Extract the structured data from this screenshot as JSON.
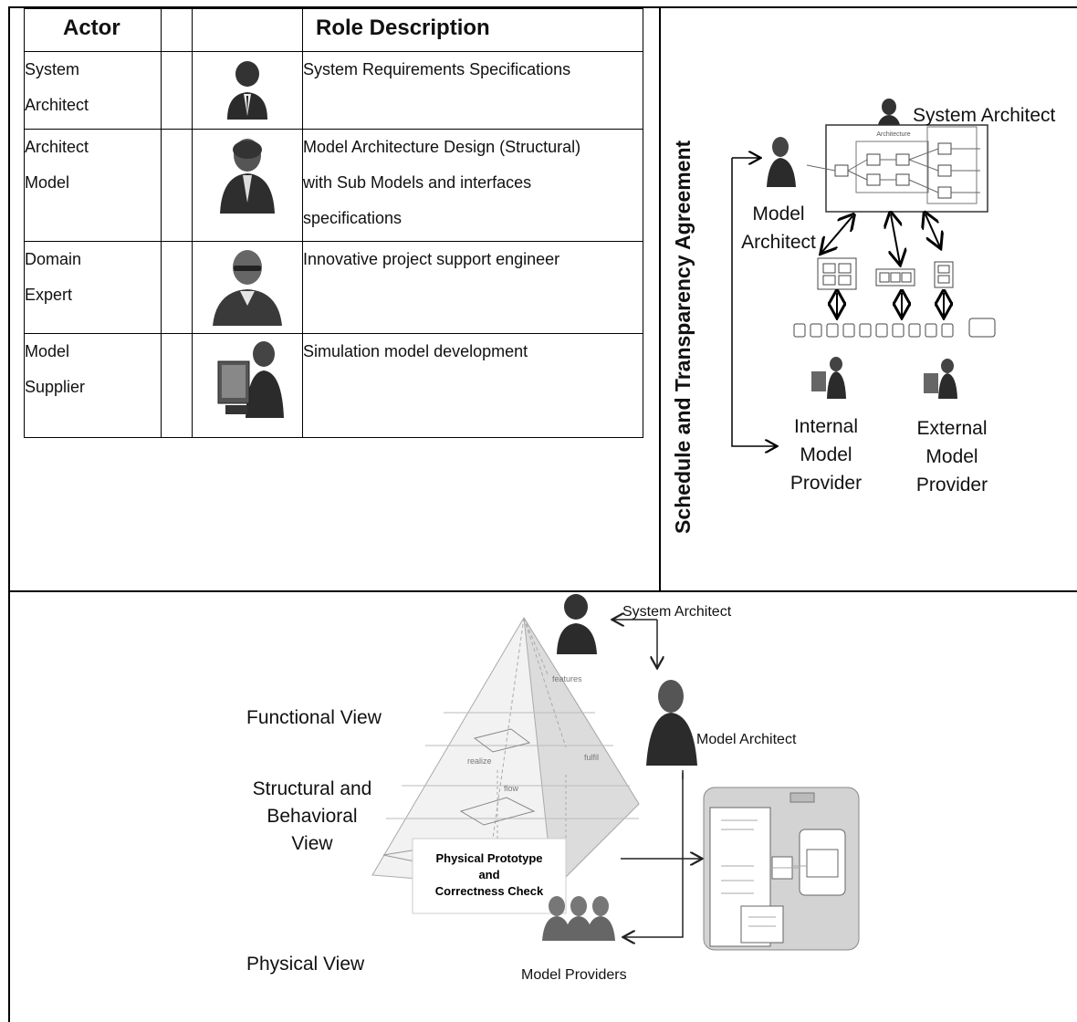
{
  "table": {
    "headers": [
      "Actor",
      "",
      "",
      "Role Description"
    ],
    "rows": [
      {
        "actor": "System Architect",
        "actor_lines": [
          "System",
          "Architect"
        ],
        "icon": "businessman-icon",
        "description_lines": [
          "System Requirements Specifications"
        ]
      },
      {
        "actor": "Architect Model",
        "actor_lines": [
          "Architect",
          "Model"
        ],
        "icon": "architect-icon",
        "description_lines": [
          "Model Architecture Design (Structural)",
          "with Sub Models and interfaces",
          "specifications"
        ]
      },
      {
        "actor": "Domain Expert",
        "actor_lines": [
          "Domain",
          "Expert"
        ],
        "icon": "engineer-icon",
        "description_lines": [
          "Innovative project support engineer"
        ]
      },
      {
        "actor": "Model Supplier",
        "actor_lines": [
          "Model",
          "Supplier"
        ],
        "icon": "computer-user-icon",
        "description_lines": [
          "Simulation model development"
        ]
      }
    ]
  },
  "right_diagram": {
    "vertical_label": "Schedule and Transparency Agreement",
    "system_architect": "System Architect",
    "model_architect": [
      "Model",
      "Architect"
    ],
    "architecture_box": "Architecture",
    "internal_provider": [
      "Internal",
      "Model",
      "Provider"
    ],
    "external_provider": [
      "External",
      "Model",
      "Provider"
    ]
  },
  "bottom_diagram": {
    "functional_view": "Functional View",
    "structural_view": [
      "Structural and",
      "Behavioral",
      "View"
    ],
    "physical_view": "Physical View",
    "prototype_box": [
      "Physical Prototype",
      "and",
      "Correctness Check"
    ],
    "system_architect": "System Architect",
    "model_architect": "Model Architect",
    "model_providers": "Model Providers",
    "pyramid_labels": {
      "features": "features",
      "realize": "realize",
      "fulfil": "fulfil",
      "flow": "flow"
    }
  },
  "colors": {
    "line": "#000000",
    "icon_dark": "#2b2b2b",
    "pyramid": "#d9d9d9",
    "panel": "#cfcfcf"
  }
}
